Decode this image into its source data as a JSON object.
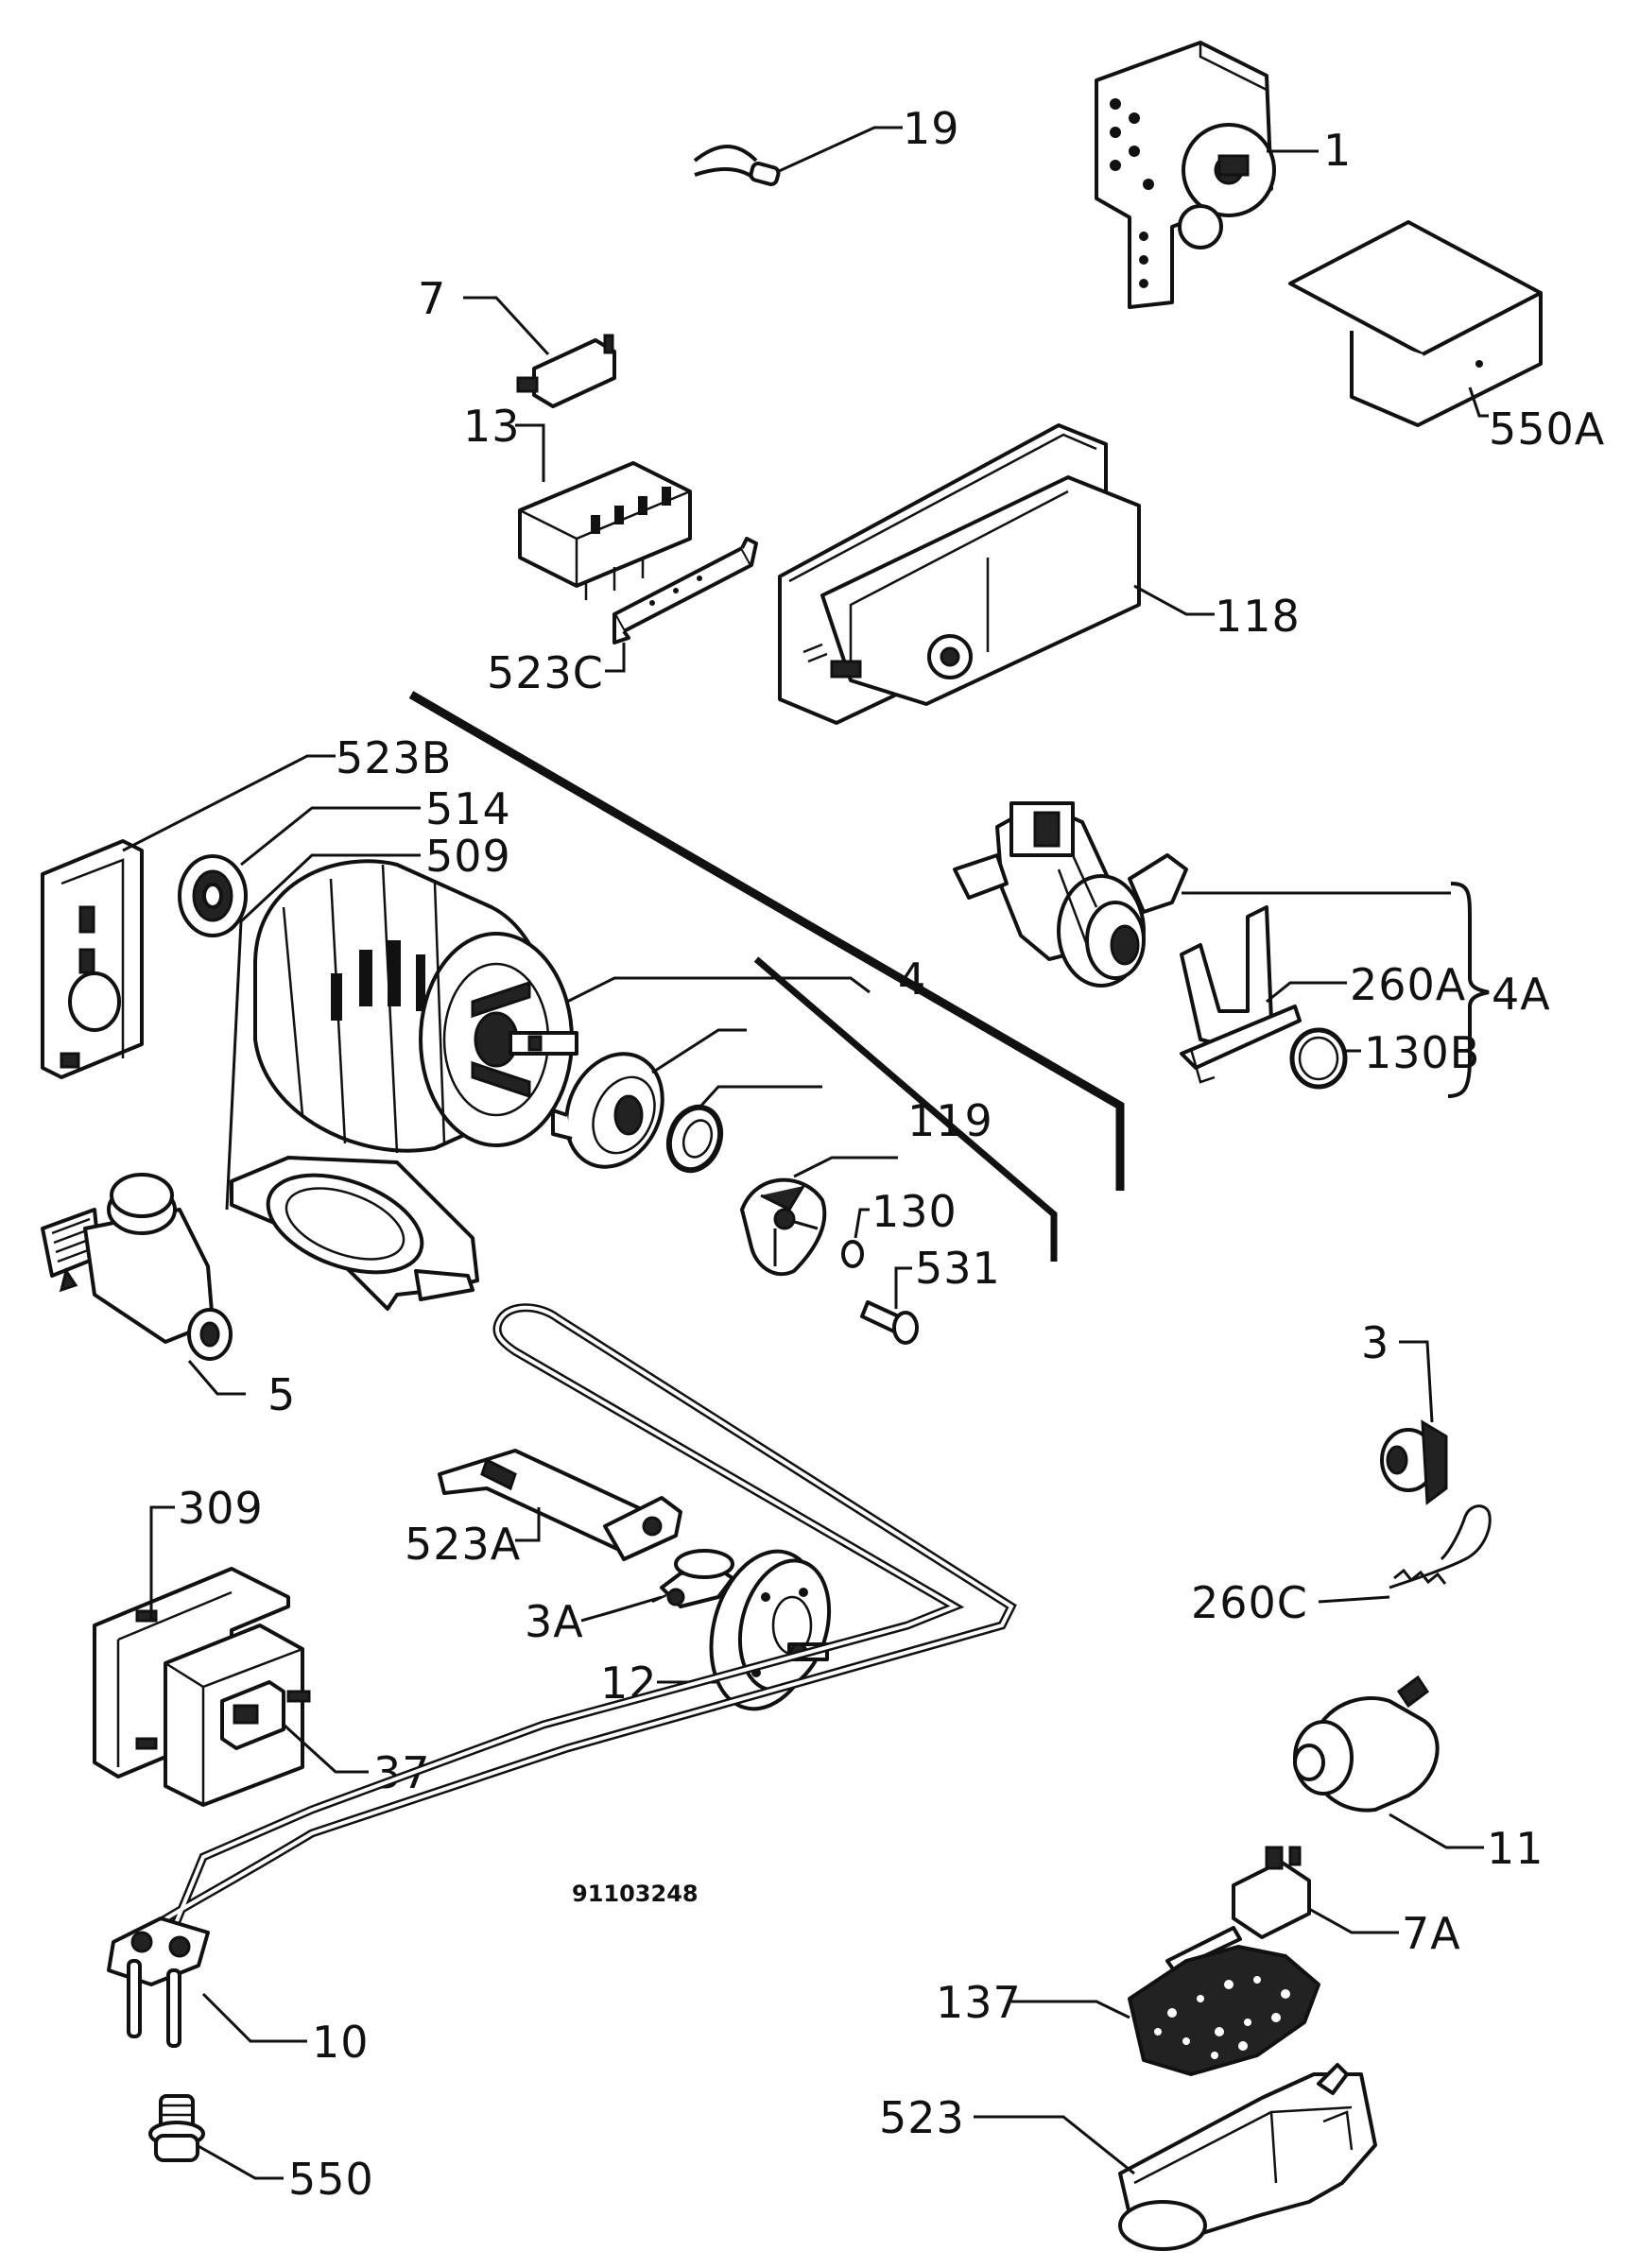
{
  "diagram": {
    "drawing_number": "91103248",
    "callouts": {
      "p19": "19",
      "p1": "1",
      "p7": "7",
      "p13": "13",
      "p550A": "550A",
      "p118": "118",
      "p523C": "523C",
      "p523B": "523B",
      "p514": "514",
      "p509": "509",
      "p4": "4",
      "p260A": "260A",
      "p4A": "4A",
      "p130B": "130B",
      "p119": "119",
      "p130": "130",
      "p531": "531",
      "p5": "5",
      "p3": "3",
      "p309": "309",
      "p523A": "523A",
      "p3A": "3A",
      "p260C": "260C",
      "p12": "12",
      "p37": "37",
      "p11": "11",
      "p7A": "7A",
      "p137": "137",
      "p10": "10",
      "p523": "523",
      "p550": "550"
    }
  }
}
